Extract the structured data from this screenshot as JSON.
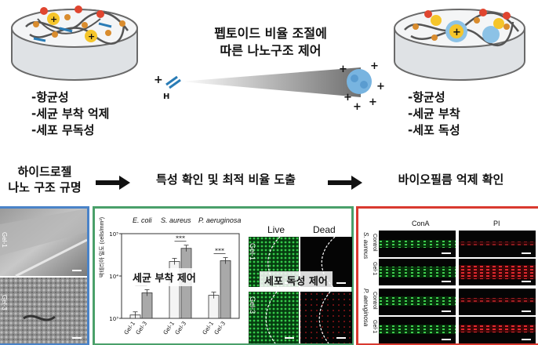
{
  "center_title_line1": "펩토이드 비율 조절에",
  "center_title_line2": "따른 나노구조 제어",
  "left_props": [
    "-항균성",
    "-세균 부착 억제",
    "-세포 무독성"
  ],
  "right_props": [
    "-항균성",
    "-세균 부착",
    "-세포 독성"
  ],
  "workflow": {
    "step1_line1": "하이드로젤",
    "step1_line2": "나노 구조 규명",
    "step2": "특성 확인 및 최적 비율 도출",
    "step3": "바이오필름 억제 확인"
  },
  "bar_chart": {
    "legend": [
      "E. coli",
      "S. aureus",
      "P. aeruginosa"
    ],
    "ylabel": "박테리아 밀도 (cells/mm²)",
    "overlay": "세균 부착 제어",
    "y_ticks": [
      "10⁵",
      "10⁴",
      "10³"
    ],
    "significance": "***",
    "x_labels": [
      "Gel-1",
      "Gel-3",
      "Gel-1",
      "Gel-3",
      "Gel-1",
      "Gel-3"
    ]
  },
  "chart_data": {
    "type": "bar",
    "categories": [
      "E. coli",
      "S. aureus",
      "P. aeruginosa"
    ],
    "series": [
      {
        "name": "Gel-1",
        "values": [
          1200,
          22000,
          3500
        ]
      },
      {
        "name": "Gel-3",
        "values": [
          4000,
          45000,
          23000
        ]
      }
    ],
    "ylabel": "박테리아 밀도 (cells/mm²)",
    "ylim": [
      1000,
      100000
    ],
    "log_scale": true
  },
  "live_dead": {
    "col_live": "Live",
    "col_dead": "Dead",
    "row_labels": [
      "Gel-1",
      "Gel-3"
    ],
    "overlay": "세포 독성 제어"
  },
  "biofilm": {
    "col1": "ConA",
    "col2": "PI",
    "group1": "S. aureus",
    "group2": "P. aeruginosa",
    "row_labels": [
      "Control",
      "Gel-1",
      "Control",
      "Gel-1"
    ]
  },
  "sem": {
    "label_top": "Gel-1",
    "label_bottom": "Gel-3"
  },
  "colors": {
    "panel_blue": "#4a83c8",
    "panel_green": "#4aa06a",
    "panel_red": "#d9392f",
    "live_green": "#35c94a",
    "dead_red": "#d8262b"
  }
}
